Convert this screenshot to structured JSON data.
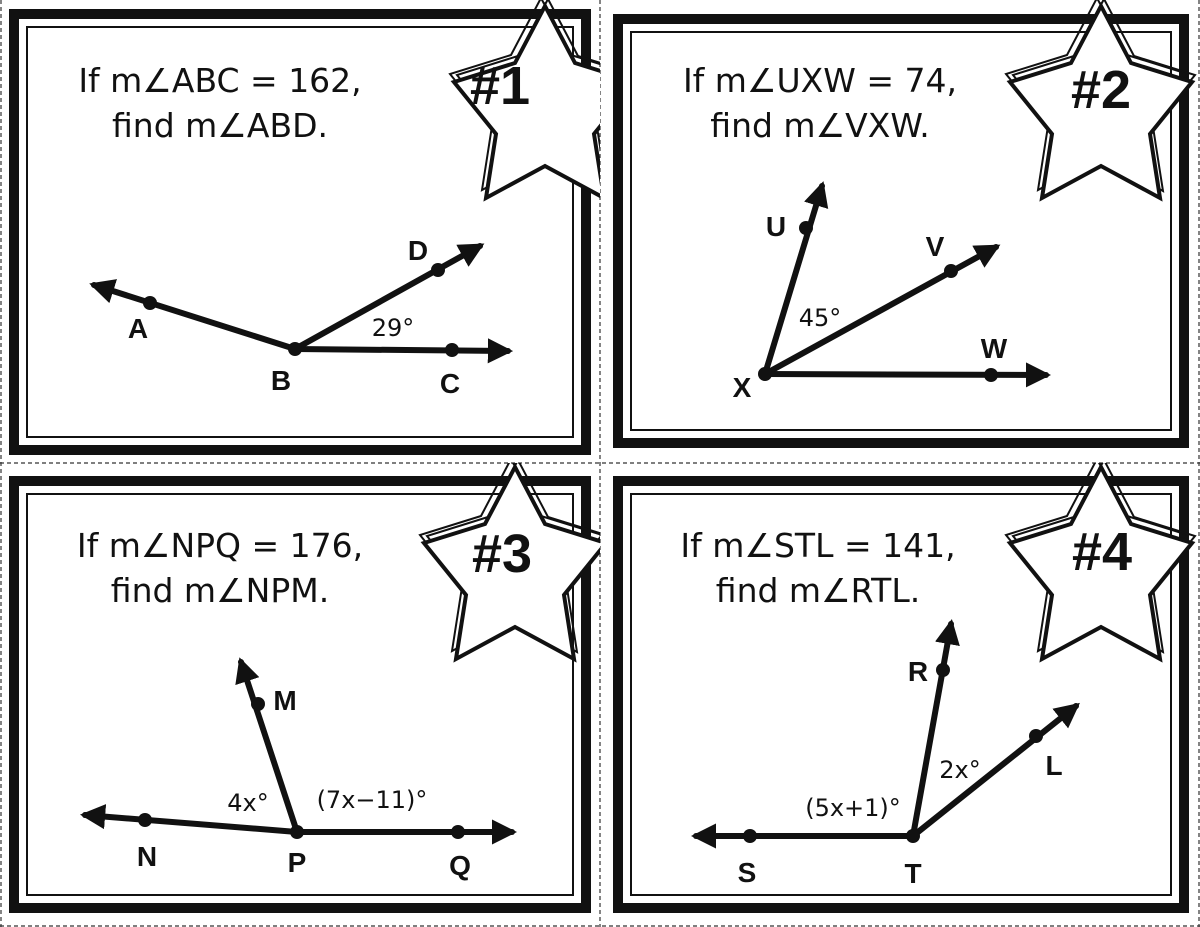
{
  "cards": [
    {
      "number": "#1",
      "problem_line1": "If m∠ABC = 162,",
      "problem_line2": "find m∠ABD.",
      "points": [
        "A",
        "B",
        "C",
        "D"
      ],
      "angle_labels": [
        "29°"
      ]
    },
    {
      "number": "#2",
      "problem_line1": "If m∠UXW = 74,",
      "problem_line2": "find m∠VXW.",
      "points": [
        "U",
        "X",
        "V",
        "W"
      ],
      "angle_labels": [
        "45°"
      ]
    },
    {
      "number": "#3",
      "problem_line1": "If m∠NPQ = 176,",
      "problem_line2": "find m∠NPM.",
      "points": [
        "M",
        "N",
        "P",
        "Q"
      ],
      "angle_labels": [
        "4x°",
        "(7x−11)°"
      ]
    },
    {
      "number": "#4",
      "problem_line1": "If m∠STL = 141,",
      "problem_line2": "find m∠RTL.",
      "points": [
        "R",
        "S",
        "T",
        "L"
      ],
      "angle_labels": [
        "(5x+1)°",
        "2x°"
      ]
    }
  ]
}
